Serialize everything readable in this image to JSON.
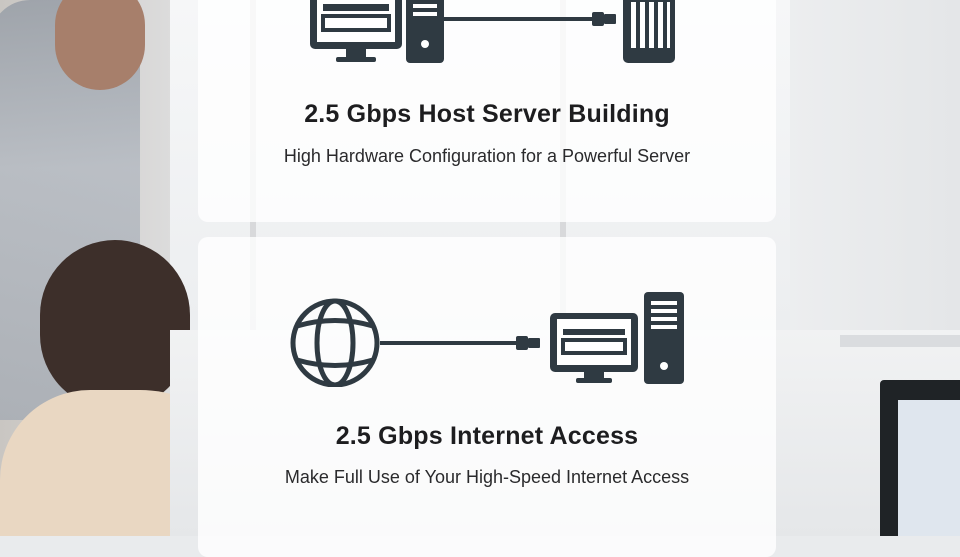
{
  "cards": [
    {
      "title": "2.5 Gbps Host Server Building",
      "subtitle": "High Hardware Configuration for a Powerful Server",
      "icons": [
        "desktop-computer-icon",
        "server-icon"
      ]
    },
    {
      "title": "2.5 Gbps Internet Access",
      "subtitle": "Make Full Use of Your High-Speed Internet Access",
      "icons": [
        "globe-icon",
        "desktop-computer-icon"
      ]
    }
  ],
  "colors": {
    "icon": "#2f3a42",
    "text": "#1d1d1f",
    "card": "#ffffffcc"
  }
}
